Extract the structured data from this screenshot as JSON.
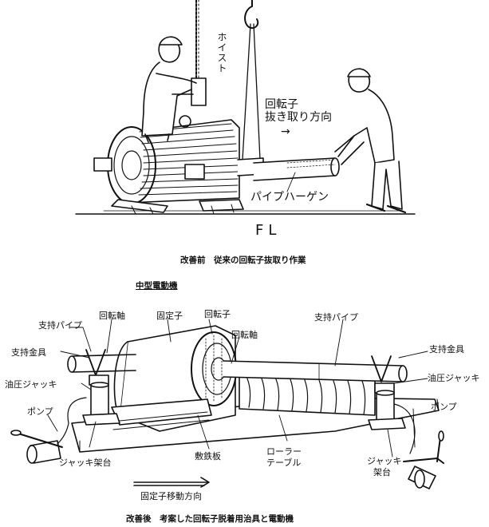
{
  "top": {
    "hoist_label": "ホイスト",
    "rotor_direction_line1": "回転子",
    "rotor_direction_line2": "抜き取り方向",
    "arrow": "→",
    "pipe_label": "パイプハーゲン",
    "floor_label": "FL",
    "caption": "改善前　従来の回転子抜取り作業"
  },
  "bottom": {
    "title": "中型電動機",
    "labels": {
      "support_pipe_left": "支持パイプ",
      "rotating_shaft_left": "回転軸",
      "stator": "固定子",
      "rotor": "回転子",
      "rotating_shaft_right": "回転軸",
      "support_pipe_right": "支持パイプ",
      "support_bracket_left": "支持金具",
      "support_bracket_right": "支持金具",
      "hydraulic_jack_left": "油圧ジャッキ",
      "hydraulic_jack_right": "油圧ジャッキ",
      "pump_left": "ポンプ",
      "pump_right": "ポンプ",
      "jack_stand_left": "ジャッキ架台",
      "jack_stand_right_line1": "ジャッキ",
      "jack_stand_right_line2": "架台",
      "iron_plate": "敷鉄板",
      "roller_table_line1": "ローラー",
      "roller_table_line2": "テーブル",
      "stator_direction": "固定子移動方向"
    },
    "caption": "改善後　考案した回転子脱着用治具と電動機"
  }
}
